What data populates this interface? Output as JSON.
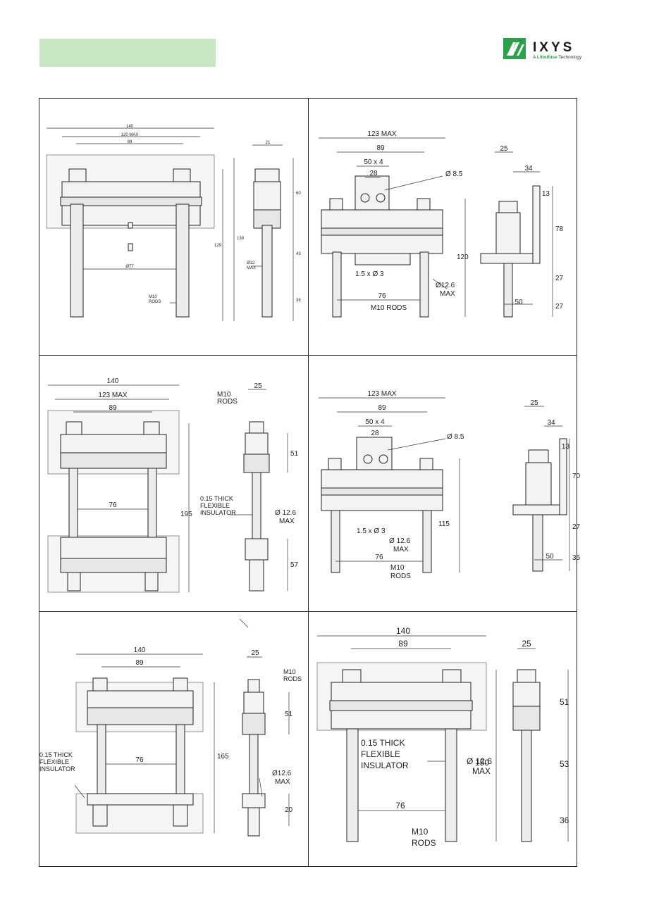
{
  "header": {
    "brand": "IXYS",
    "brand_sub_prefix": "A ",
    "brand_sub_highlight": "Littelfuse",
    "brand_sub_suffix": " Technology",
    "accent_green": "#2aa14a",
    "band_color": "#c9e6c4"
  },
  "drawings": {
    "d1": {
      "w140": "140",
      "w120": "120 MAX",
      "w89": "89",
      "w21": "21",
      "h60": "60",
      "h43": "43",
      "h38": "38",
      "h129": "129",
      "h138": "138",
      "d77": "Ø77",
      "d12": "Ø12",
      "max": "MAX",
      "rods1": "M10",
      "rods2": "RODS"
    },
    "d2": {
      "w123": "123 MAX",
      "w89": "89",
      "w50": "50 x 4",
      "w28": "28",
      "d85": "Ø 8.5",
      "d3": "1.5 x Ø 3",
      "w76": "76",
      "rods": "M10 RODS",
      "d126": "Ø12.6",
      "max": "MAX",
      "h120": "120",
      "w25": "25",
      "w34": "34",
      "h13": "13",
      "h78": "78",
      "h27a": "27",
      "h27b": "27",
      "w50b": "50"
    },
    "d3": {
      "w140": "140",
      "w123": "123 MAX",
      "w89": "89",
      "w76": "76",
      "h195": "195",
      "rods1": "M10",
      "rods2": "RODS",
      "w25": "25",
      "h51": "51",
      "ins1": "0.15 THICK",
      "ins2": "FLEXIBLE",
      "ins3": "INSULATOR",
      "d126": "Ø 12.6",
      "max": "MAX",
      "h57": "57"
    },
    "d4": {
      "w123": "123 MAX",
      "w89": "89",
      "w50": "50 x 4",
      "w28": "28",
      "d85": "Ø 8.5",
      "d3": "1.5 x Ø 3",
      "d126": "Ø 12.6",
      "max": "MAX",
      "w76": "76",
      "rods1": "M10",
      "rods2": "RODS",
      "h115": "115",
      "w25": "25",
      "w34": "34",
      "h13": "13",
      "h70": "70",
      "h27": "27",
      "w50b": "50",
      "h35": "35"
    },
    "d5": {
      "w140": "140",
      "w89": "89",
      "w76": "76",
      "h165": "165",
      "w25": "25",
      "rods1": "M10",
      "rods2": "RODS",
      "h51": "51",
      "ins1": "0.15 THICK",
      "ins2": "FLEXIBLE",
      "ins3": "INSULATOR",
      "d126": "Ø12.6",
      "max": "MAX",
      "h20": "20"
    },
    "d6": {
      "w140": "140",
      "w89": "89",
      "ins1": "0.15 THICK",
      "ins2": "FLEXIBLE",
      "ins3": "INSULATOR",
      "d126": "Ø 12.6",
      "max": "MAX",
      "w76": "76",
      "h150": "150",
      "w25": "25",
      "h51": "51",
      "h53": "53",
      "h36": "36",
      "rods1": "M10",
      "rods2": "RODS"
    }
  }
}
